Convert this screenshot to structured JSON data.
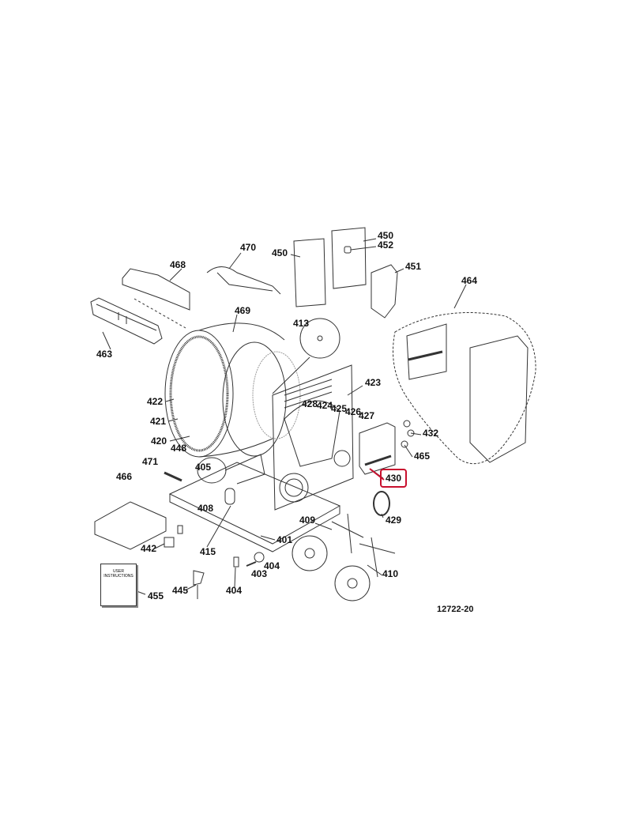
{
  "diagram_id": "12722-20",
  "manual_text": "USER INSTRUCTIONS",
  "highlight_color": "#c8102e",
  "highlighted_part": "430",
  "parts": [
    "470",
    "450",
    "452",
    "450",
    "451",
    "468",
    "464",
    "469",
    "413",
    "463",
    "423",
    "422",
    "421",
    "428",
    "424",
    "425",
    "426",
    "427",
    "420",
    "432",
    "448",
    "405",
    "465",
    "471",
    "466",
    "430",
    "408",
    "429",
    "409",
    "401",
    "442",
    "415",
    "404",
    "403",
    "410",
    "455",
    "445",
    "404"
  ]
}
